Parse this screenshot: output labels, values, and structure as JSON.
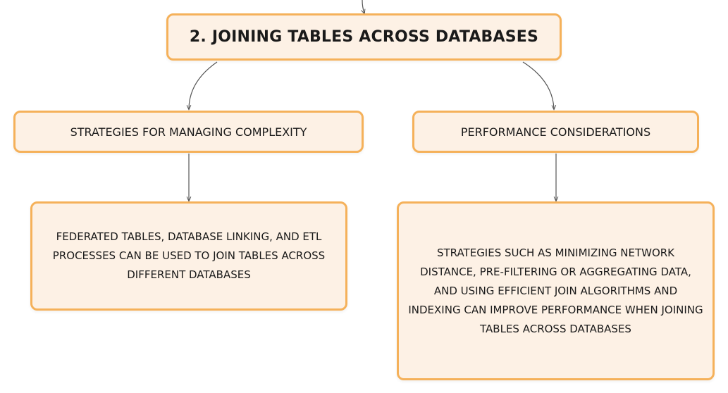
{
  "root": {
    "title": "2. JOINING TABLES ACROSS DATABASES"
  },
  "branches": [
    {
      "label": "STRATEGIES FOR MANAGING COMPLEXITY",
      "detail": "FEDERATED TABLES, DATABASE LINKING, AND ETL PROCESSES CAN BE USED TO JOIN TABLES ACROSS DIFFERENT DATABASES"
    },
    {
      "label": "PERFORMANCE CONSIDERATIONS",
      "detail": "STRATEGIES SUCH AS MINIMIZING NETWORK DISTANCE, PRE-FILTERING OR AGGREGATING DATA, AND USING EFFICIENT JOIN ALGORITHMS AND INDEXING CAN IMPROVE PERFORMANCE WHEN JOINING TABLES ACROSS DATABASES"
    }
  ],
  "colors": {
    "node_fill": "#fdf1e5",
    "node_border": "#f5b15a",
    "connector": "#555555"
  }
}
